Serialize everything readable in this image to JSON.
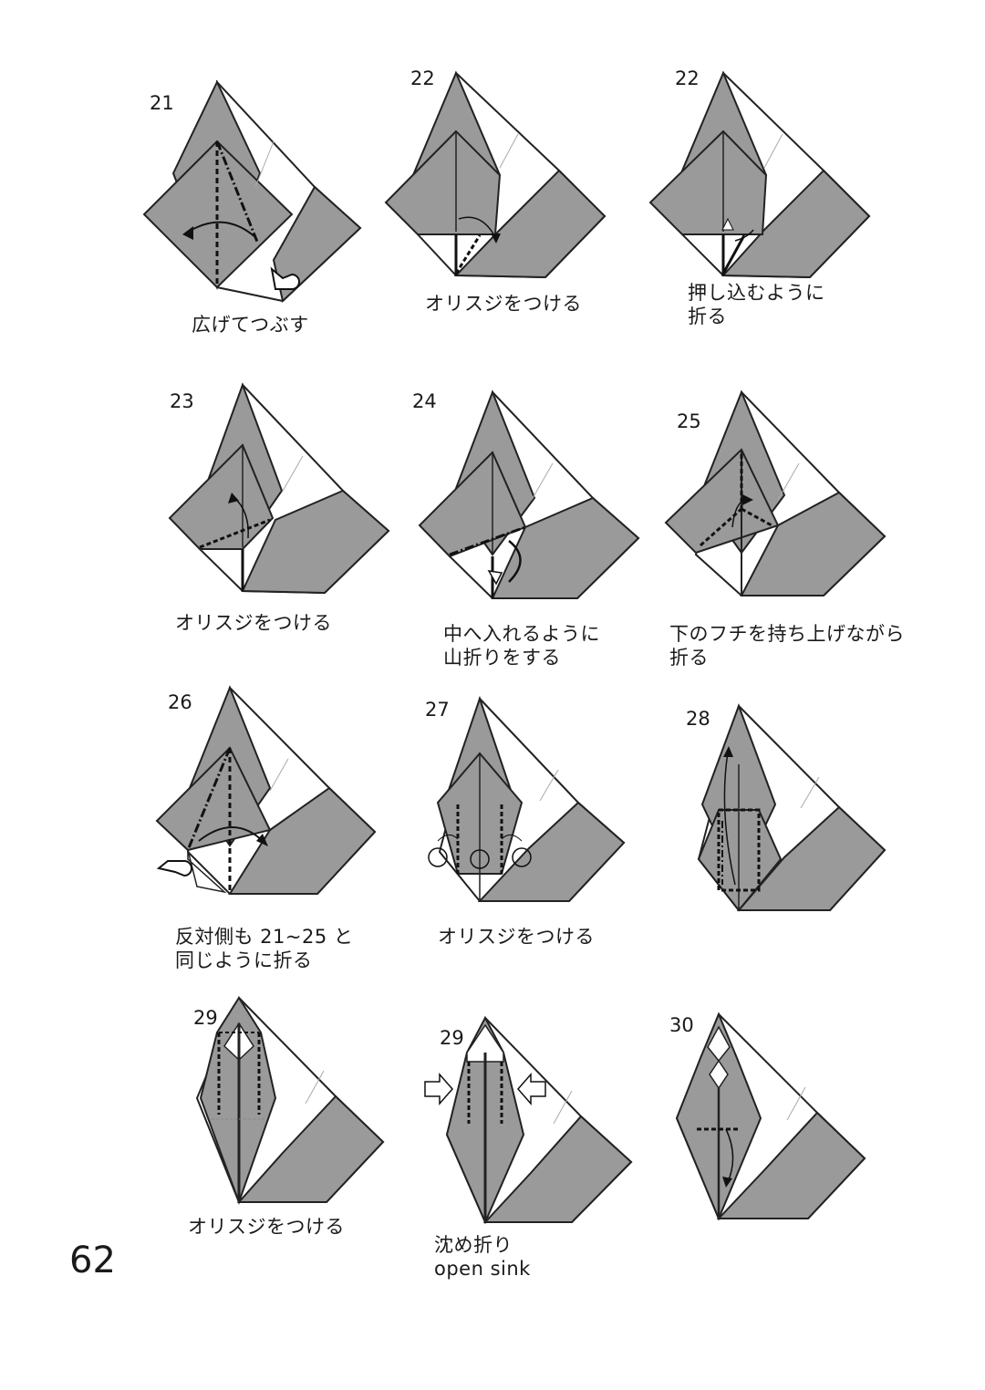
{
  "page_number": "62",
  "colors": {
    "paper_grey": "#9a9a9a",
    "paper_white": "#ffffff",
    "line": "#222222"
  },
  "steps": [
    {
      "num": "21",
      "caption": "広げてつぶす"
    },
    {
      "num": "22",
      "caption": "オリスジをつける"
    },
    {
      "num": "22",
      "caption": "押し込むように\n折る"
    },
    {
      "num": "23",
      "caption": "オリスジをつける"
    },
    {
      "num": "24",
      "caption": "中へ入れるように\n山折りをする"
    },
    {
      "num": "25",
      "caption": "下のフチを持ち上げながら\n折る"
    },
    {
      "num": "26",
      "caption": "反対側も 21~25 と\n同じように折る"
    },
    {
      "num": "27",
      "caption": "オリスジをつける"
    },
    {
      "num": "28",
      "caption": ""
    },
    {
      "num": "29",
      "caption": "オリスジをつける"
    },
    {
      "num": "29",
      "caption": "沈め折り\nopen sink"
    },
    {
      "num": "30",
      "caption": ""
    }
  ]
}
